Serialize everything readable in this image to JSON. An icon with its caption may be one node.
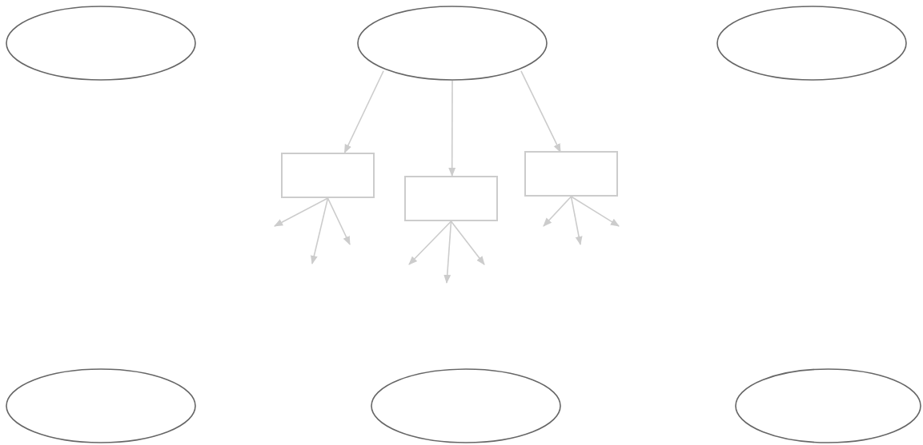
{
  "diagram": {
    "nodes": [
      {
        "text": [],
        "shape": "ellipse"
      },
      {
        "text": [],
        "shape": "ellipse"
      },
      {
        "text": [],
        "shape": "ellipse"
      },
      {
        "text": [],
        "shape": "box"
      },
      {
        "text": [],
        "shape": "box"
      },
      {
        "text": [],
        "shape": "box"
      },
      {
        "text": [],
        "shape": "ellipse"
      },
      {
        "text": [],
        "shape": "ellipse"
      },
      {
        "text": [],
        "shape": "ellipse"
      }
    ],
    "edges": [
      {
        "from": 1,
        "to": 3,
        "arrow": "to"
      },
      {
        "from": 1,
        "to": 4,
        "arrow": "to"
      },
      {
        "from": 1,
        "to": 5,
        "arrow": "to"
      },
      {
        "from": 3,
        "to": null,
        "arrow": "to"
      },
      {
        "from": 3,
        "to": null,
        "arrow": "to"
      },
      {
        "from": 3,
        "to": null,
        "arrow": "to"
      },
      {
        "from": 4,
        "to": null,
        "arrow": "to"
      },
      {
        "from": 4,
        "to": null,
        "arrow": "to"
      },
      {
        "from": 4,
        "to": null,
        "arrow": "to"
      },
      {
        "from": 5,
        "to": null,
        "arrow": "to"
      },
      {
        "from": 5,
        "to": null,
        "arrow": "to"
      },
      {
        "from": 5,
        "to": null,
        "arrow": "to"
      }
    ]
  }
}
